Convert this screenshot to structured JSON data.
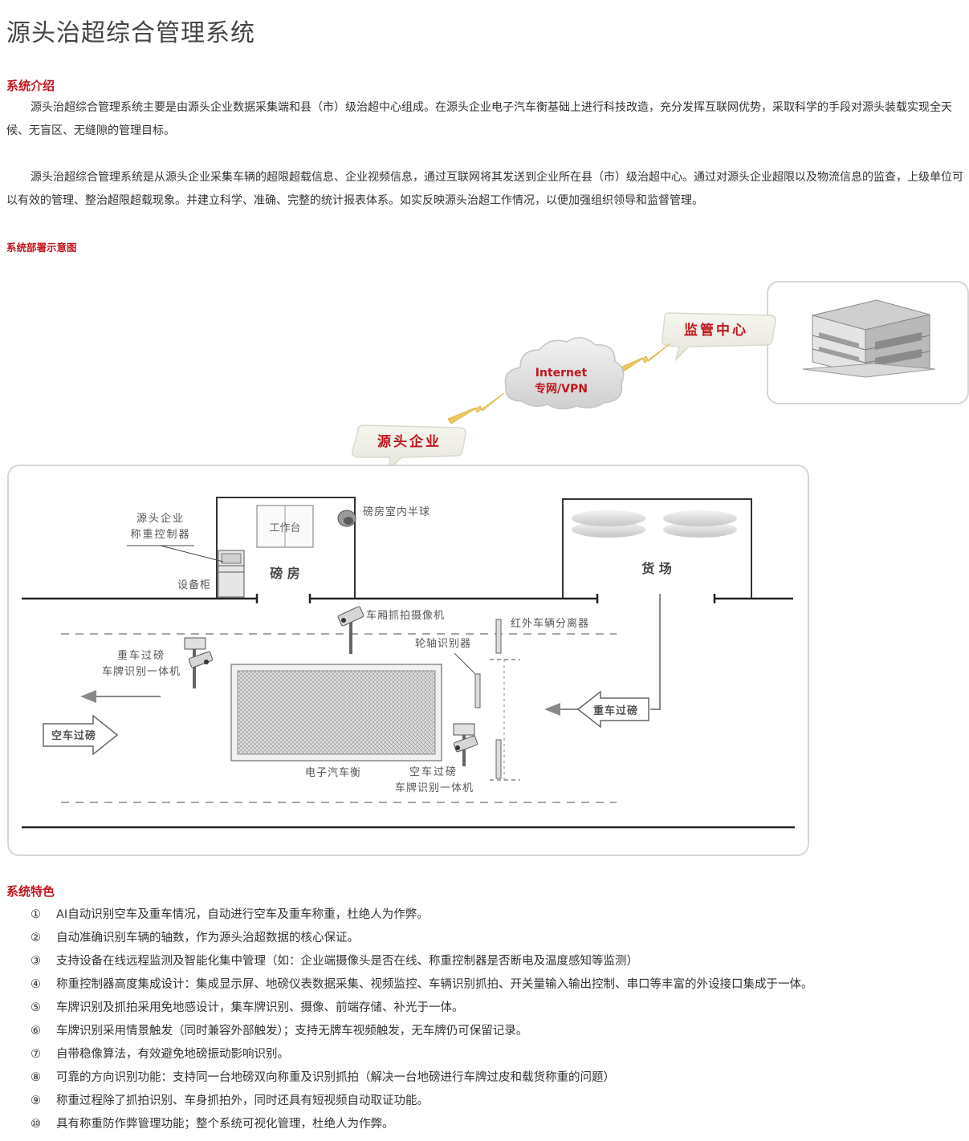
{
  "page_title": "源头治超综合管理系统",
  "intro": {
    "heading": "系统介绍",
    "paragraphs": [
      "源头治超综合管理系统主要是由源头企业数据采集端和县（市）级治超中心组成。在源头企业电子汽车衡基础上进行科技改造，充分发挥互联网优势，采取科学的手段对源头装载实现全天候、无盲区、无缝隙的管理目标。",
      "源头治超综合管理系统是从源头企业采集车辆的超限超载信息、企业视频信息，通过互联网将其发送到企业所在县（市）级治超中心。通过对源头企业超限以及物流信息的监查，上级单位可以有效的管理、整治超限超载现象。并建立科学、准确、完整的统计报表体系。如实反映源头治超工作情况，以便加强组织领导和监督管理。"
    ]
  },
  "deployment": {
    "heading": "系统部署示意图",
    "labels": {
      "supervision_center": "监管中心",
      "cloud_line1": "Internet",
      "cloud_line2": "专网/VPN",
      "source_enterprise": "源头企业",
      "controller_line1": "源头企业",
      "controller_line2": "称重控制器",
      "equipment_cabinet": "设备柜",
      "workbench": "工作台",
      "weighing_room": "磅 房",
      "indoor_dome": "磅房室内半球",
      "cargo_yard": "货 场",
      "body_camera": "车厢抓拍摄像机",
      "infrared_separator": "红外车辆分离器",
      "axle_identifier": "轮轴识别器",
      "heavy_lpr_line1": "重车过磅",
      "heavy_lpr_line2": "车牌识别一体机",
      "heavy_arrow": "重车过磅",
      "empty_arrow": "空车过磅",
      "truck_scale": "电子汽车衡",
      "empty_lpr_line1": "空车过磅",
      "empty_lpr_line2": "车牌识别一体机"
    }
  },
  "features": {
    "heading": "系统特色",
    "items": [
      {
        "num": "①",
        "text": "AI自动识别空车及重车情况，自动进行空车及重车称重，杜绝人为作弊。"
      },
      {
        "num": "②",
        "text": "自动准确识别车辆的轴数，作为源头治超数据的核心保证。"
      },
      {
        "num": "③",
        "text": "支持设备在线远程监测及智能化集中管理（如：企业端摄像头是否在线、称重控制器是否断电及温度感知等监测）"
      },
      {
        "num": "④",
        "text": "称重控制器高度集成设计：集成显示屏、地磅仪表数据采集、视频监控、车辆识别抓拍、开关量输入输出控制、串口等丰富的外设接口集成于一体。"
      },
      {
        "num": "⑤",
        "text": "车牌识别及抓拍采用免地感设计，集车牌识别、摄像、前端存储、补光于一体。"
      },
      {
        "num": "⑥",
        "text": "车牌识别采用情景触发（同时兼容外部触发）；支持无牌车视频触发，无车牌仍可保留记录。"
      },
      {
        "num": "⑦",
        "text": "自带稳像算法，有效避免地磅振动影响识别。"
      },
      {
        "num": "⑧",
        "text": "可靠的方向识别功能：支持同一台地磅双向称重及识别抓拍（解决一台地磅进行车牌过皮和载货称重的问题）"
      },
      {
        "num": "⑨",
        "text": "称重过程除了抓拍识别、车身抓拍外，同时还具有短视频自动取证功能。"
      },
      {
        "num": "⑩",
        "text": "具有称重防作弊管理功能；整个系统可视化管理，杜绝人为作弊。"
      }
    ]
  }
}
